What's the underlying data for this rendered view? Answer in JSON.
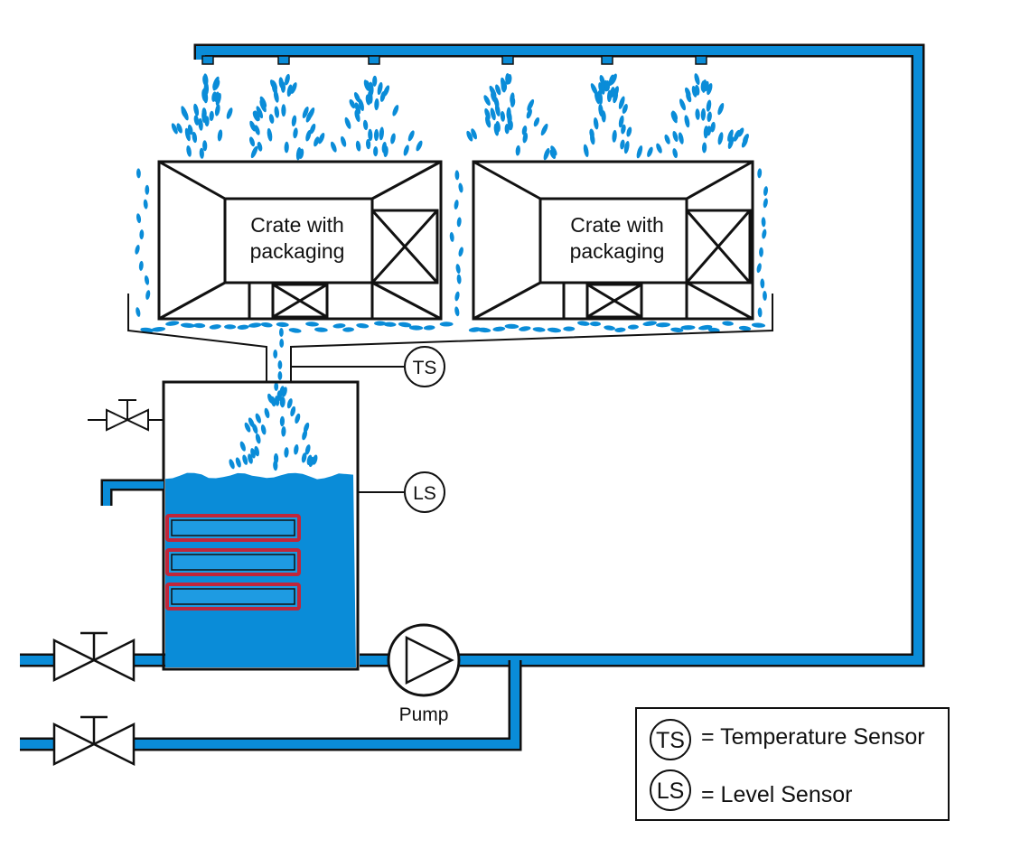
{
  "crates": [
    {
      "label_line1": "Crate with",
      "label_line2": "packaging"
    },
    {
      "label_line1": "Crate with",
      "label_line2": "packaging"
    }
  ],
  "sensors": {
    "temperature": {
      "abbr": "TS"
    },
    "level": {
      "abbr": "LS"
    }
  },
  "pump": {
    "label": "Pump"
  },
  "legend": {
    "items": [
      {
        "abbr": "TS",
        "text": "= Temperature Sensor"
      },
      {
        "abbr": "LS",
        "text": "= Level Sensor"
      }
    ]
  },
  "colors": {
    "water": "#0a8cd8",
    "heater": "#c0263a",
    "line": "#111111",
    "background": "#ffffff"
  }
}
